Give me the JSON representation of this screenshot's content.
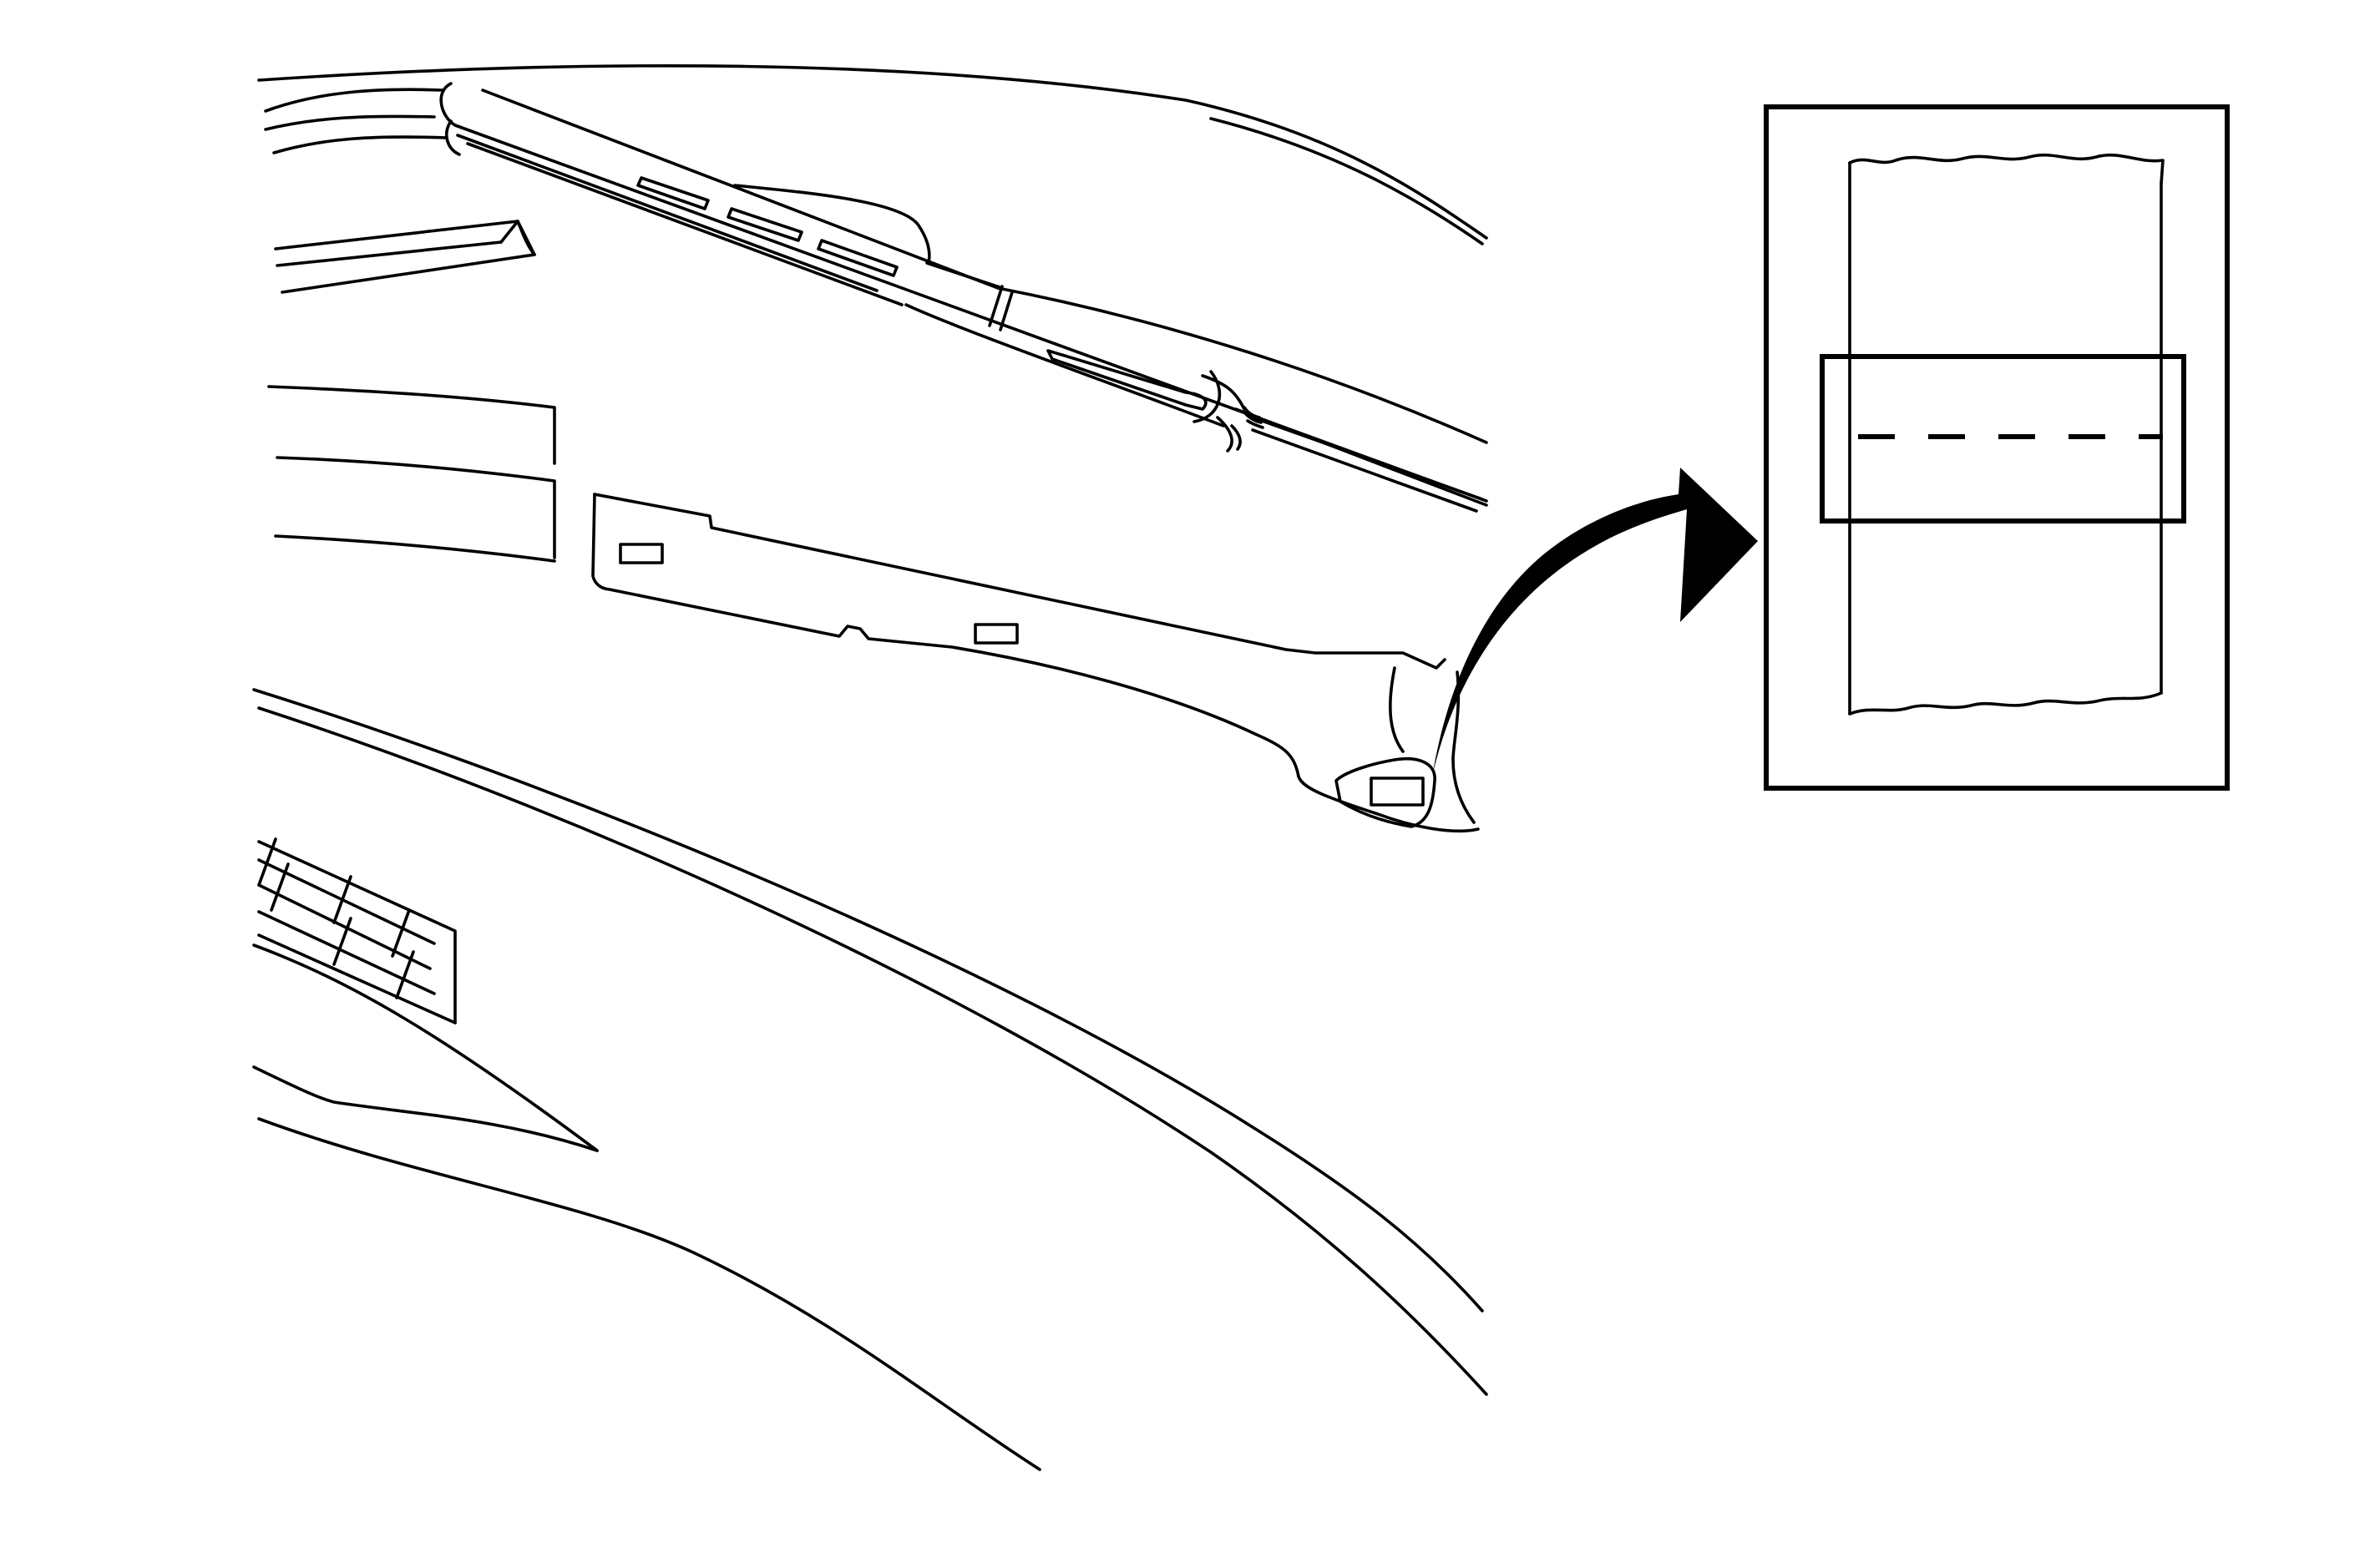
{
  "figure": {
    "colors": {
      "line": "#000000",
      "background": "#ffffff"
    },
    "parts": [
      "windshield-edge",
      "wiper-arm",
      "cowl-panel",
      "hood-edge",
      "hood-vent",
      "clip-location"
    ],
    "inset": {
      "elements": [
        "cut-strip",
        "clip-band",
        "centerline-dashed"
      ]
    },
    "pointer": "curved-arrow-icon"
  }
}
